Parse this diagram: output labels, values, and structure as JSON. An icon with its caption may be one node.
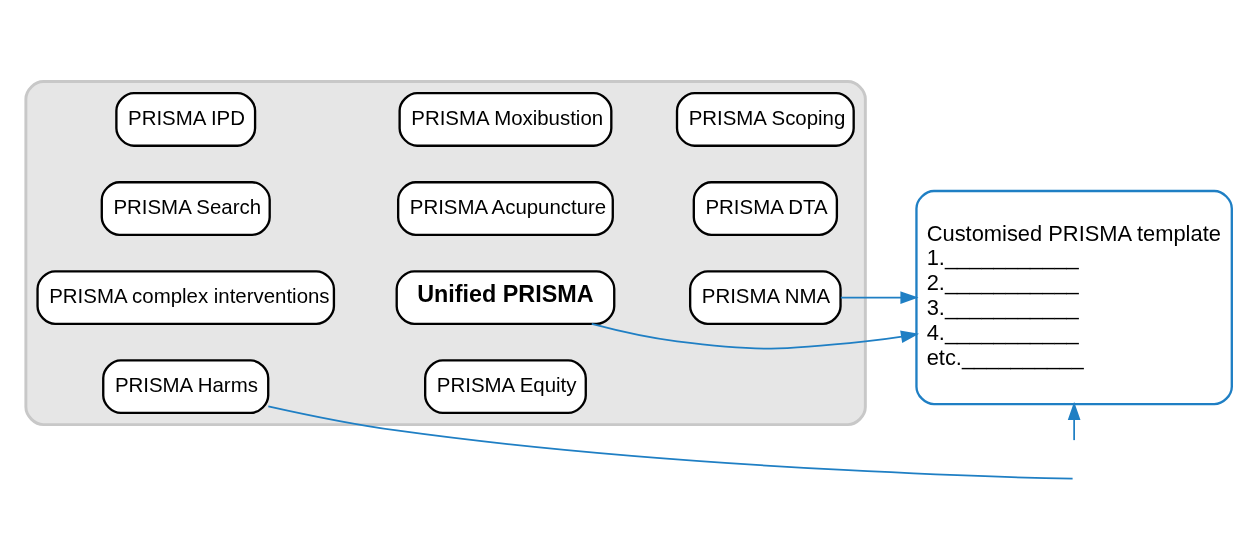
{
  "diagram": {
    "nodes": [
      {
        "text": [],
        "shape": "cloud"
      },
      {
        "text": [
          "PRISMA Moxibustion"
        ],
        "in": 0
      },
      {
        "text": [
          "PRISMA IPD"
        ],
        "in": 0
      },
      {
        "text": [
          "PRISMA Scoping"
        ],
        "in": 0
      },
      {
        "text": [
          "Unified PRISMA"
        ],
        "in": 0
      },
      {
        "text": [
          "PRISMA NMA"
        ],
        "in": 0
      },
      {
        "text": [
          "PRISMA complex interventions"
        ],
        "in": 0
      },
      {
        "text": [
          "PRISMA Search"
        ],
        "in": 0
      },
      {
        "text": [
          "PRISMA Acupuncture"
        ],
        "in": 0
      },
      {
        "text": [
          "PRISMA DTA"
        ],
        "in": 0
      },
      {
        "text": [
          "PRISMA Harms"
        ],
        "in": 0
      },
      {
        "text": [
          "PRISMA Equity"
        ],
        "in": 0
      },
      {
        "text": [
          "Customised PRISMA template",
          "1.___________",
          "2.___________",
          "3.___________",
          "4.___________",
          "etc.__________"
        ]
      }
    ],
    "edges": [
      {
        "from": 5,
        "to": 12,
        "arrow": "to"
      },
      {
        "from": 4,
        "to": 12,
        "arrow": "to"
      },
      {
        "from": 10,
        "to": null,
        "arrow": "none"
      },
      {
        "from": null,
        "to": 12,
        "arrow": "to"
      }
    ]
  }
}
